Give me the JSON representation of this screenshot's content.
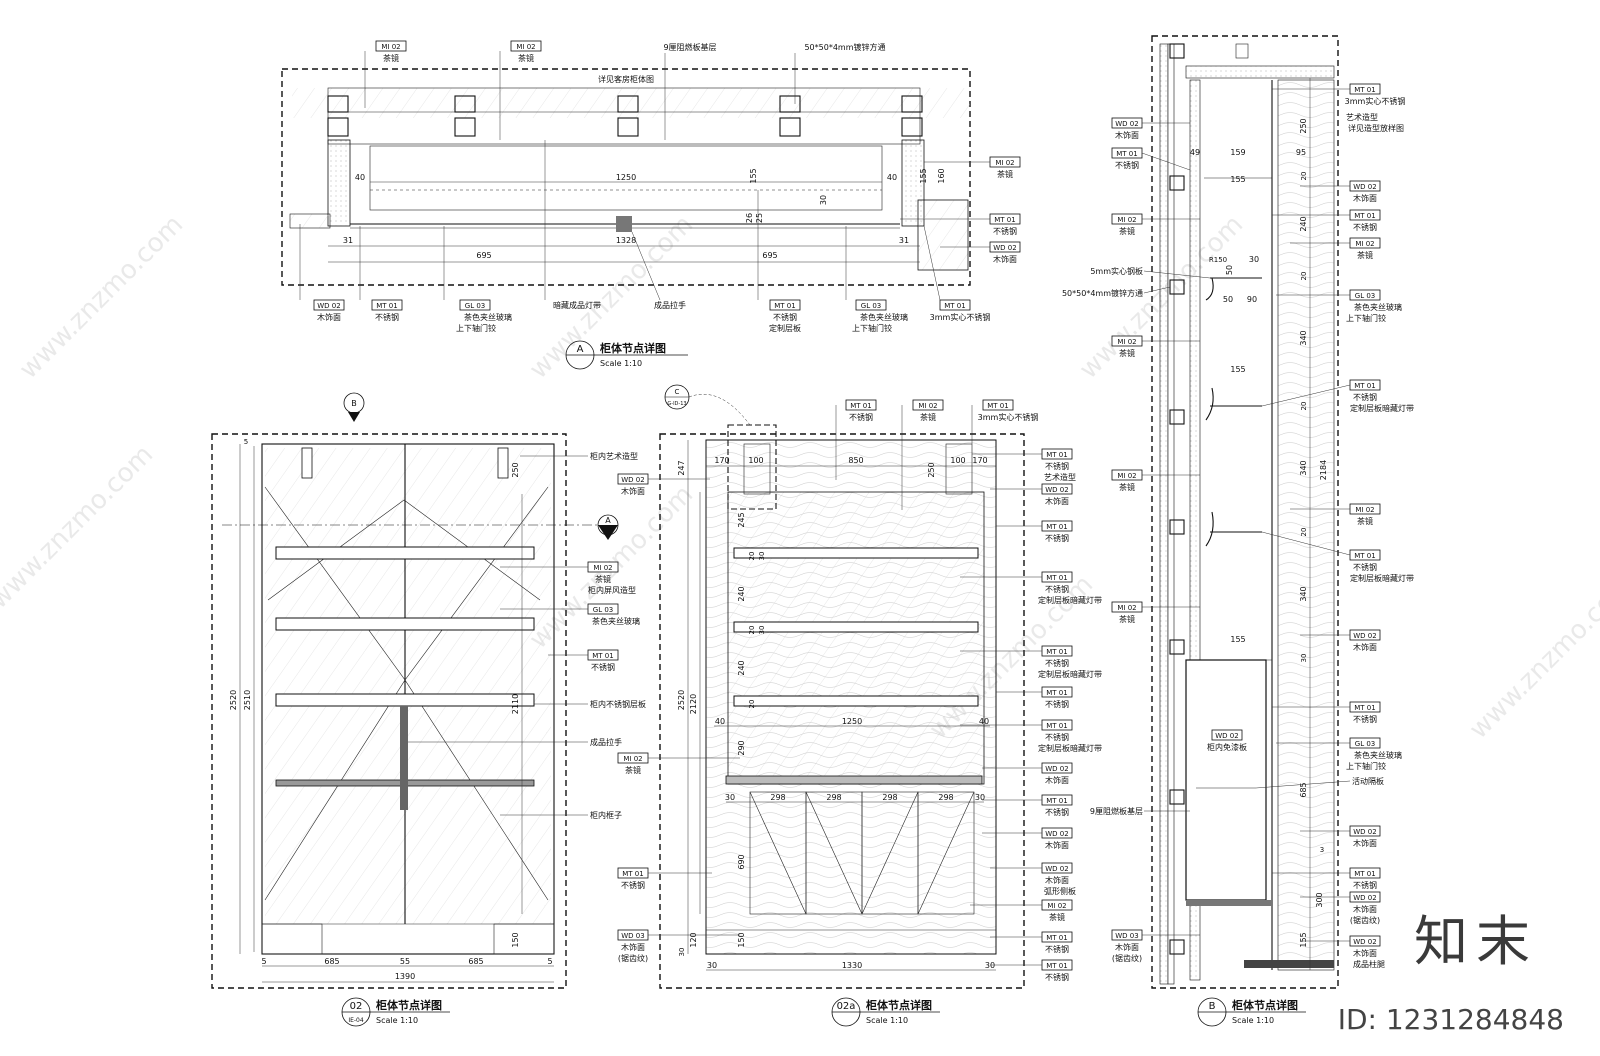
{
  "views": {
    "a": {
      "num": "A",
      "title": "柜体节点详图",
      "scale": "Scale 1:10"
    },
    "v02": {
      "num": "02",
      "sheet": "IE-04",
      "title": "柜体节点详图",
      "scale": "Scale 1:10"
    },
    "v02a": {
      "num": "02a",
      "title": "柜体节点详图",
      "scale": "Scale 1:10"
    },
    "b": {
      "num": "B",
      "title": "柜体节点详图",
      "scale": "Scale 1:10"
    }
  },
  "markers": {
    "b": "B",
    "a": "A",
    "c": "C",
    "c_sub": "G-ID-13"
  },
  "plan_notes": {
    "top_center": "详见客房柜体图",
    "board": "9厘阻燃板基层",
    "tube": "50*50*4mm镀锌方通",
    "mt_solid": "3mm实心不锈钢"
  },
  "tags": {
    "mi02": {
      "code": "MI 02",
      "desc": "茶镜"
    },
    "mt01": {
      "code": "MT 01",
      "desc": "不锈钢"
    },
    "wd02": {
      "code": "WD 02",
      "desc": "木饰面"
    },
    "gl03": {
      "code": "GL 03",
      "desc": "茶色夹丝玻璃"
    },
    "wd03": {
      "code": "WD 03",
      "desc": "木饰面"
    }
  },
  "notes_a_bottom": {
    "gl03_l2": "上下轴门铰",
    "hidden_light": "暗藏成品灯带",
    "handle": "成品拉手",
    "custom_shelf": "定制层板"
  },
  "notes_02": {
    "art": "柜内艺术造型",
    "screen": "柜内屏风造型",
    "ss_shelf": "柜内不锈钢层板",
    "handle": "成品拉手",
    "frame": "柜内框子"
  },
  "notes_02a": {
    "art": "艺术造型",
    "shelf_light": "定制层板暗藏灯带",
    "arc": "弧形侧板",
    "sawtooth": "(锯齿纹)"
  },
  "notes_b": {
    "ss_solid": "3mm实心不锈钢",
    "art_ref1": "艺术造型",
    "art_ref2": "详见造型放样图",
    "plate": "5mm实心钢板",
    "tube": "50*50*4mm镀锌方通",
    "shelf_light": "定制层板暗藏灯带",
    "paint_free": "柜内免漆板",
    "movable": "活动隔板",
    "board": "9厘阻燃板基层",
    "leg": "成品柱腿"
  },
  "dims_a": {
    "w1250": "1250",
    "w1328": "1328",
    "w695l": "695",
    "w695r": "695",
    "d40l": "40",
    "d40r": "40",
    "d31l": "31",
    "d31r": "31",
    "d155": "155",
    "d160": "160",
    "d26": "26",
    "d25": "25",
    "d30": "30"
  },
  "dims_02": {
    "w1390": "1390",
    "w685l": "685",
    "w685r": "685",
    "w55": "55",
    "w5l": "5",
    "w5r": "5",
    "h2520": "2520",
    "h2510": "2510",
    "h2110": "2110",
    "h250": "250",
    "h150": "150",
    "h5": "5"
  },
  "dims_02a": {
    "w1330": "1330",
    "w850": "850",
    "w170l": "170",
    "w170r": "170",
    "w100l": "100",
    "w100r": "100",
    "w1250": "1250",
    "w298a": "298",
    "w298b": "298",
    "w298c": "298",
    "w298d": "298",
    "w30l": "30",
    "w30r": "30",
    "h2520": "2520",
    "h2120": "2120",
    "h247": "247",
    "h245": "245",
    "h240a": "240",
    "h240b": "240",
    "h290": "290",
    "h690": "690",
    "h150": "150",
    "h120": "120",
    "h30": "30",
    "h250": "250",
    "h20a": "20",
    "h20b": "20",
    "h20c": "20",
    "h30a": "30",
    "h30b": "30",
    "h40": "40",
    "h40r": "40"
  },
  "dims_b": {
    "h2184": "2184",
    "h250": "250",
    "h240": "240",
    "h340a": "340",
    "h340b": "340",
    "h340c": "340",
    "h685": "685",
    "h300": "300",
    "h155": "155",
    "w49": "49",
    "w159": "159",
    "w95": "95",
    "w155a": "155",
    "w155b": "155",
    "w155c": "155",
    "w50": "50",
    "w30": "30",
    "w90": "90",
    "r150": "R150",
    "h20a": "20",
    "h20b": "20",
    "h20c": "20",
    "h20d": "20",
    "h30": "30",
    "h3": "3"
  },
  "watermark": "www.znzmo.com",
  "brand": "知末",
  "doc_id": "ID: 1231284848"
}
